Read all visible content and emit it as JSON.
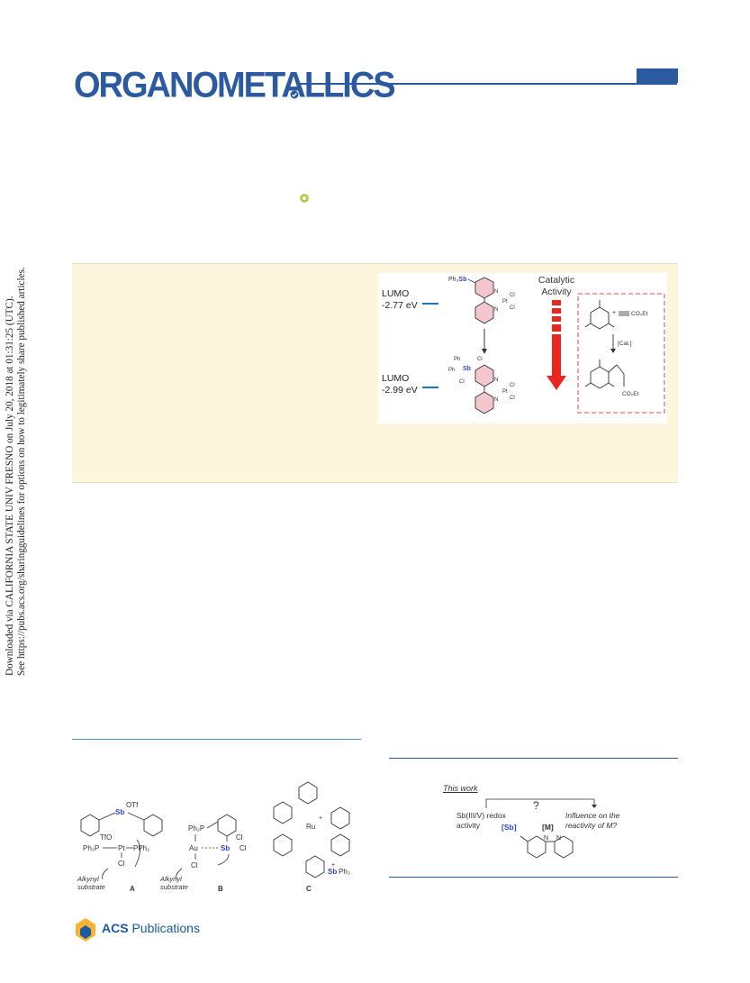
{
  "header": {
    "journal_name": "ORGANOMETALLICS"
  },
  "side_note": {
    "line1": "Downloaded via CALIFORNIA STATE UNIV FRESNO on July 20, 2018 at 01:31:25 (UTC).",
    "line2": "See https://pubs.acs.org/sharingguidelines for options on how to legitimately share published articles."
  },
  "toc_graphic": {
    "top_lumo_label": "LUMO",
    "top_lumo_value": "-2.77 eV",
    "bottom_lumo_label": "LUMO",
    "bottom_lumo_value": "-2.99 eV",
    "catalytic_label_1": "Catalytic",
    "catalytic_label_2": "Activity",
    "top_sb": "Ph3Sb",
    "cat_bracket": "[Cat.]",
    "reagent": "CO2Et",
    "product": "CO2Et"
  },
  "figure_left": {
    "label_a": "A",
    "label_b": "B",
    "label_c": "C",
    "substrate_a": "Alkynyl substrate",
    "substrate_b": "Alkynyl substrate"
  },
  "figure_right": {
    "this_work": "This work",
    "question": "?",
    "left_note_1": "Sb(III/V) redox",
    "left_note_2": "activity",
    "right_note_1": "Influence on the",
    "right_note_2": "reactivity of M?",
    "sb_tag": "[Sb]",
    "m_tag": "[M]"
  },
  "footer": {
    "publisher_a": "ACS",
    "publisher_b": "Publications"
  }
}
